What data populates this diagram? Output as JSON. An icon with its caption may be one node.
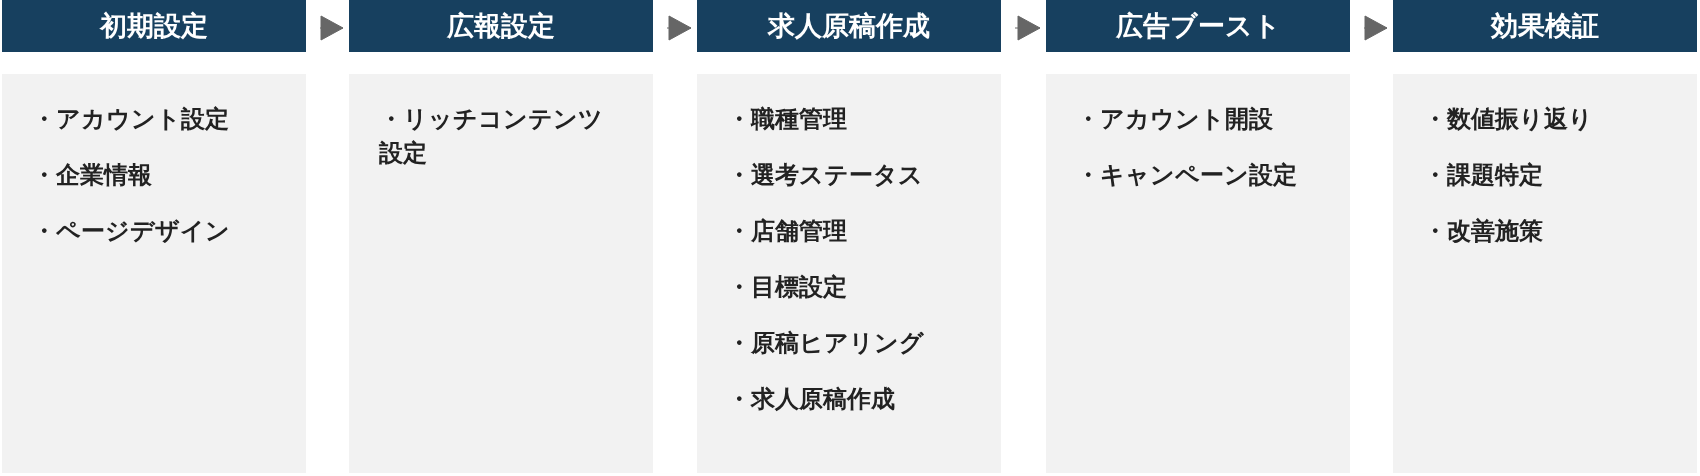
{
  "diagram": {
    "nodes": [
      {
        "text": [
          "初期設定"
        ]
      },
      {
        "text": [
          "・アカウント設定",
          "・企業情報",
          "・ページデザイン"
        ]
      },
      {
        "text": [
          "広報設定"
        ]
      },
      {
        "text": [
          "・リッチコンテンツ設定"
        ]
      },
      {
        "text": [
          "求人原稿作成"
        ]
      },
      {
        "text": [
          "・職種管理",
          "・選考ステータス",
          "・店舗管理",
          "・目標設定",
          "・原稿ヒアリング",
          "・求人原稿作成"
        ]
      },
      {
        "text": [
          "広告ブースト"
        ]
      },
      {
        "text": [
          "・アカウント開設",
          "・キャンペーン設定"
        ]
      },
      {
        "text": [
          "効果検証"
        ]
      },
      {
        "text": [
          "・数値振り返り",
          "・課題特定",
          "・改善施策"
        ]
      }
    ],
    "edges": [
      {
        "from": 0,
        "to": 2,
        "arrow": "to"
      },
      {
        "from": 2,
        "to": 4,
        "arrow": "to"
      },
      {
        "from": 4,
        "to": 6,
        "arrow": "to"
      },
      {
        "from": 6,
        "to": 8,
        "arrow": "to"
      }
    ]
  }
}
